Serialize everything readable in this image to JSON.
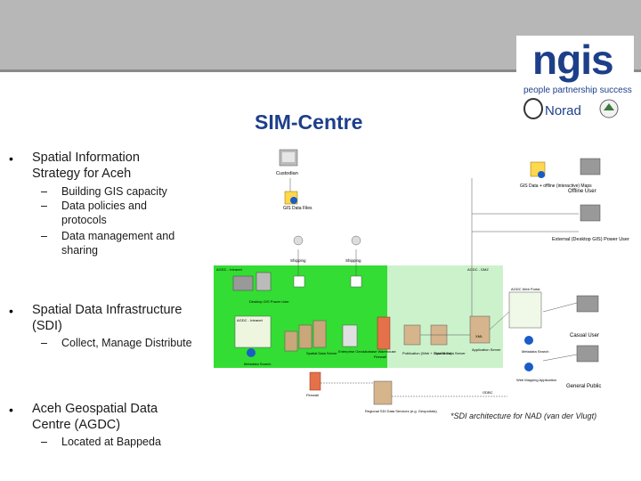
{
  "logo": {
    "name": "ngis",
    "tagline": "people partnership success",
    "partner": "Norad"
  },
  "title": "SIM-Centre",
  "bullets": [
    {
      "text_line1": "Spatial Information",
      "text_line2": "Strategy for Aceh",
      "subs": [
        "Building GIS capacity",
        "Data policies and",
        "protocols",
        "Data management and",
        "sharing"
      ]
    },
    {
      "text_line1": "Spatial Data Infrastructure",
      "text_line2": "(SDI)",
      "subs": [
        "Collect, Manage Distribute"
      ]
    },
    {
      "text_line1": "Aceh Geospatial Data",
      "text_line2": "Centre (AGDC)",
      "subs": [
        "Located at Bappeda"
      ]
    }
  ],
  "diagram": {
    "custodian": "Custodian",
    "gis_data_files": "GIS Data Files",
    "shipping1": "Shipping",
    "shipping2": "Shipping",
    "intranet": "AGDC - Intranet",
    "dmz": "AGDC - DMZ",
    "desktop_gis": "Desktop GIS Power User",
    "agdc_intranet_portal": "AGDC - Intranet",
    "metadata_search": "Metadata Search",
    "spatial_data_server1": "Spatial Data Server",
    "enterprise_warehouse": "Enterprise Geodatabase Warehouse",
    "firewall1": "Firewall",
    "publication": "Publication (Web + Data Store)",
    "spatial_data_server2": "Spatial Data Server",
    "application_server": "Application Server",
    "web_portal": "AGDC Web Portal",
    "gis_data_offline": "GIS Data + offline (interactive) Maps",
    "offline_user": "Offline User",
    "external_user": "External (Desktop GIS) Power User",
    "casual_user": "Casual User",
    "general_public": "General Public",
    "metadata_search2": "Metadata Search",
    "web_mapping": "Web Mapping Application",
    "firewall2": "Firewall",
    "regional_sdi": "Regional SDI Data Services (e.g. Geoportals)",
    "label_xml": "XML",
    "label_odbc": "ODBC"
  },
  "caption": "*SDI architecture for NAD (van der Vlugt)"
}
